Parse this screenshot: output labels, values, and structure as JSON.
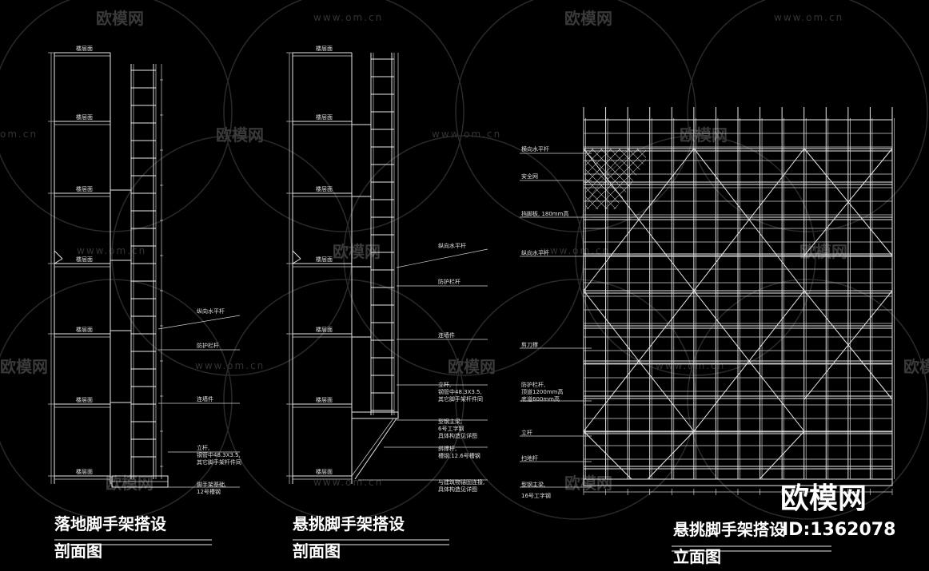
{
  "watermark": {
    "brand": "欧模网",
    "url": "www.om.cn",
    "url_short": "om.cn"
  },
  "left_section": {
    "floor_label": "楼层面",
    "callouts": {
      "a": "纵向水平杆",
      "b": "防护栏杆",
      "c": "连墙件",
      "d1": "立杆,",
      "d2": "钢管中48.3X3.5,",
      "d3": "其它脚手架杆件同",
      "e1": "脚手架基础,",
      "e2": "12号槽钢"
    },
    "title": "落地脚手架搭设",
    "subtitle": "剖面图"
  },
  "middle_section": {
    "floor_label": "楼层面",
    "callouts": {
      "a": "纵向水平杆",
      "b": "防护栏杆",
      "c": "连墙件",
      "d1": "立杆,",
      "d2": "钢管中48.3X3.5,",
      "d3": "其它脚手架杆件同",
      "e1": "型钢主梁,",
      "e2": "6号工字钢",
      "e3": "具体构造见详图",
      "f1": "斜撑杆,",
      "f2": "槽钢,12.6号槽钢",
      "g1": "与建筑物锚固连接,",
      "g2": "具体构造见详图"
    },
    "title": "悬挑脚手架搭设",
    "subtitle": "剖面图"
  },
  "right_section": {
    "callouts": {
      "a": "横向水平杆",
      "b": "安全网",
      "c": "挡脚板, 180mm高",
      "d": "纵向水平杆",
      "e": "剪刀撑",
      "f1": "防护栏杆,",
      "f2": "顶道1200mm高",
      "f3": "底道600mm高",
      "g": "立杆",
      "h": "扫地杆",
      "i1": "型钢主梁,",
      "i2": "16号工字钢"
    },
    "title": "悬挑脚手架搭设",
    "subtitle": "立面图"
  },
  "brand_corner": {
    "brand": "欧模网",
    "id_text": "ID:1362078"
  }
}
